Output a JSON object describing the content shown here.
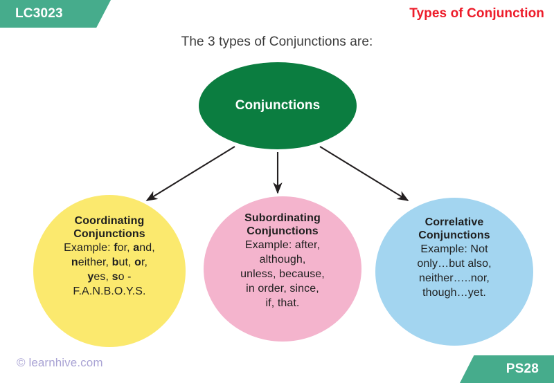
{
  "header": {
    "lesson_code": "LC3023",
    "title": "Types of Conjunction",
    "banner_color": "#46ac8c",
    "title_color": "#ed1c2a"
  },
  "subtitle": "The 3 types of Conjunctions are:",
  "diagram": {
    "root": {
      "label": "Conjunctions",
      "fill_color": "#0b7d40",
      "text_color": "#ffffff"
    },
    "branches": [
      {
        "id": "coordinating",
        "heading_line1": "Coordinating",
        "heading_line2": "Conjunctions",
        "body_lines": [
          "Example: for, and,",
          "neither, but, or,",
          "yes, so -",
          "F.A.N.B.O.Y.S."
        ],
        "emphasis_letters": [
          "f",
          "a",
          "n",
          "b",
          "o",
          "y",
          "s"
        ],
        "mnemonic": "F.A.N.B.O.Y.S.",
        "fill_color": "#fbe96e"
      },
      {
        "id": "subordinating",
        "heading_line1": "Subordinating",
        "heading_line2": "Conjunctions",
        "body_lines": [
          "Example: after,",
          "although,",
          "unless, because,",
          "in order, since,",
          "if, that."
        ],
        "fill_color": "#f4b4cd"
      },
      {
        "id": "correlative",
        "heading_line1": "Correlative",
        "heading_line2": "Conjunctions",
        "body_lines": [
          "Example: Not",
          "only…but also,",
          "neither…..nor,",
          "though…yet."
        ],
        "fill_color": "#a3d5f0"
      }
    ],
    "arrow_color": "#231f20",
    "arrow_count": 3
  },
  "footer": {
    "copyright": "© learnhive.com",
    "copyright_color": "#a9a3d4",
    "page_label": "PS28",
    "banner_color": "#46ac8c"
  }
}
